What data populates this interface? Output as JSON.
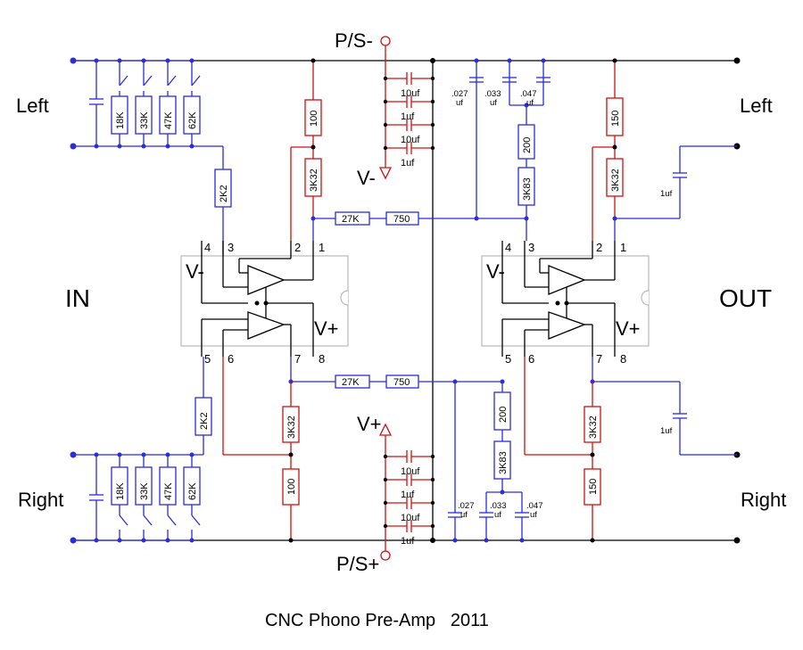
{
  "title": "CNC Phono Pre-Amp   2011",
  "labels": {
    "in": "IN",
    "out": "OUT",
    "left_in": "Left",
    "right_in": "Right",
    "left_out": "Left",
    "right_out": "Right",
    "ps_minus": "P/S-",
    "ps_plus": "P/S+",
    "v_minus": "V-",
    "v_plus": "V+"
  },
  "input_resistors": [
    "18K",
    "33K",
    "47K",
    "62K"
  ],
  "pins": [
    "1",
    "2",
    "3",
    "4",
    "5",
    "6",
    "7",
    "8"
  ],
  "chip_labels": {
    "v_minus": "V-",
    "v_plus": "V+"
  },
  "resistors": {
    "r_2k2": "2K2",
    "r_100": "100",
    "r_3k32": "3K32",
    "r_27k": "27K",
    "r_750": "750",
    "r_200": "200",
    "r_3k83": "3K83",
    "r_150": "150"
  },
  "supply_caps": [
    "10uf",
    "1uf",
    "10uf",
    "1uf"
  ],
  "riaa_caps": [
    ".027\nuf",
    ".033\nuf",
    ".047\nuf"
  ],
  "riaa_cap_values": [
    ".027",
    ".033",
    ".047"
  ],
  "cap_unit": "uf",
  "output_cap": "1uf",
  "colors": {
    "blue": "#2b2be0",
    "red": "#d01010",
    "black": "#000000",
    "chip": "#b9b9b9"
  }
}
